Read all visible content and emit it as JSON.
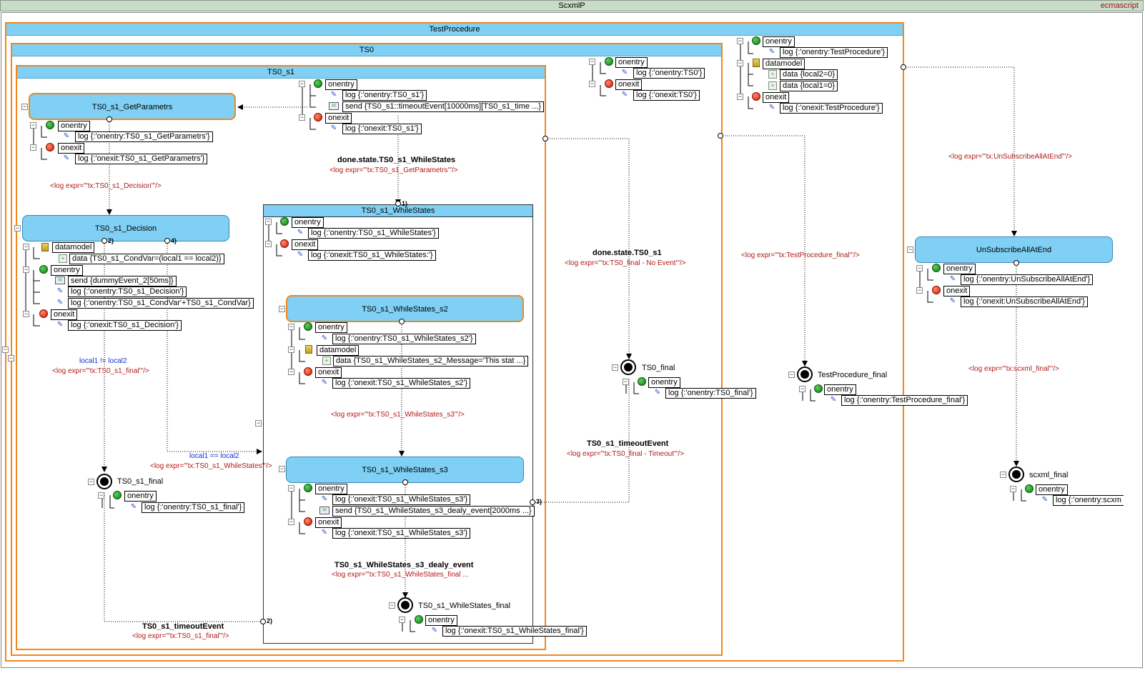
{
  "window": {
    "title": "ScxmlP",
    "datamodel": "ecmascript"
  },
  "states": {
    "testprocedure": "TestProcedure",
    "ts0": "TS0",
    "ts0_s1": "TS0_s1",
    "getparams": "TS0_s1_GetParametrs",
    "decision": "TS0_s1_Decision",
    "whilestates": "TS0_s1_WhileStates",
    "ws_s2": "TS0_s1_WhileStates_s2",
    "ws_s3": "TS0_s1_WhileStates_s3",
    "unsub": "UnSubscribeAllAtEnd"
  },
  "finals": {
    "ts0_s1_final": "TS0_s1_final",
    "ws_final": "TS0_s1_WhileStates_final",
    "ts0_final": "TS0_final",
    "tp_final": "TestProcedure_final",
    "scxml_final": "scxml_final"
  },
  "tags": {
    "onentry": "onentry",
    "onexit": "onexit",
    "datamodel": "datamodel",
    "tp_onentry_log": "log {:'onentry:TestProcedure'}",
    "tp_data1": "data {local2=0}",
    "tp_data2": "data {local1=0}",
    "tp_onexit_log": "log {:'onexit:TestProcedure'}",
    "ts0_onentry_log": "log {:'onentry:TS0'}",
    "ts0_onexit_log": "log {:'onexit:TS0'}",
    "s1_onentry_log": "log {:'onentry:TS0_s1'}",
    "s1_onentry_send": "send {TS0_s1::timeoutEvent[10000ms][TS0_s1_time ...}",
    "s1_onexit_log": "log {:'onexit:TS0_s1'}",
    "gp_onentry_log": "log {:'onentry:TS0_s1_GetParametrs'}",
    "gp_onexit_log": "log {:'onexit:TS0_s1_GetParametrs'}",
    "dec_data": "data {TS0_s1_CondVar=(local1 == local2)}",
    "dec_send": "send {dummyEvent_2[50ms]}",
    "dec_log1": "log {:'onentry:TS0_s1_Decision'}",
    "dec_log2": "log {:'onentry:TS0_s1_CondVar'+TS0_s1_CondVar}",
    "dec_onexit_log": "log {:'onexit:TS0_s1_Decision'}",
    "ws_onentry_log": "log {:'onentry:TS0_s1_WhileStates'}",
    "ws_onexit_log": "log {:'onexit:TS0_s1_WhileStates:'}",
    "s2_onentry_log": "log {:'onentry:TS0_s1_WhileStates_s2'}",
    "s2_data": "data {TS0_s1_WhileStates_s2_Message='This stat ...}",
    "s2_onexit_log": "log {:'onexit:TS0_s1_WhileStates_s2'}",
    "s3_onentry_log": "log {:'onexit:TS0_s1_WhileStates_s3'}",
    "s3_send": "send {TS0_s1_WhileStates_s3_dealy_event[2000ms ...}",
    "s3_onexit_log": "log {:'onexit:TS0_s1_WhileStates_s3'}",
    "s1final_log": "log {:'onentry:TS0_s1_final'}",
    "wsfinal_log": "log {:'onexit:TS0_s1_WhileStates_final'}",
    "ts0final_log": "log {:'onentry:TS0_final'}",
    "tpfinal_log": "log {:'onentry:TestProcedure_final'}",
    "unsub_onentry_log": "log {:'onentry:UnSubscribeAllAtEnd'}",
    "unsub_onexit_log": "log {:'onexit:UnSubscribeAllAtEnd'}",
    "scxmlfinal_log": "log {:'onentry:scxm"
  },
  "transitions": {
    "t_done_ws_event": "done.state.TS0_s1_WhileStates",
    "t_done_ws_log": "<log expr=\"'tx:TS0_s1_GetParametrs'\"/>",
    "t_decision_log": "<log expr=\"'tx:TS0_s1_Decision'\"/>",
    "t_done_ts0_event": "done.state.TS0_s1",
    "t_done_ts0_log": "<log expr=\"'tx:TS0_final - No Event'\"/>",
    "t_tp_final_log": "<log expr=\"'tx:TestProcedure_final'\"/>",
    "t_unsub_log": "<log expr=\"'tx:UnSubscribeAllAtEnd'\"/>",
    "t_neq_cond": "local1 != local2",
    "t_neq_log": "<log expr=\"'tx:TS0_s1_final'\"/>",
    "t_eq_cond": "local1 == local2",
    "t_eq_log": "<log expr=\"'tx:TS0_s1_WhileStates'\"/>",
    "t_s3_log": "<log expr=\"'tx:TS0_s1_WhileStates_s3'\"/>",
    "t_timeout_ts0_event": "TS0_s1_timeoutEvent",
    "t_timeout_ts0_log": "<log expr=\"'tx:TS0_final - Timeout'\"/>",
    "t_dealy_event": "TS0_s1_WhileStates_s3_dealy_event",
    "t_dealy_log": "<log expr=\"'tx:TS0_s1_WhileStates_final  ...",
    "t_timeout_s1_event": "TS0_s1_timeoutEvent",
    "t_timeout_s1_log": "<log expr=\"'tx:TS0_s1_final'\"/>",
    "t_scxml_final_log": "<log expr=\"'tx:scxml_final'\"/>"
  },
  "ports": {
    "p1": "1)",
    "p2": "2)",
    "p3": "3)",
    "p4": "4)"
  }
}
